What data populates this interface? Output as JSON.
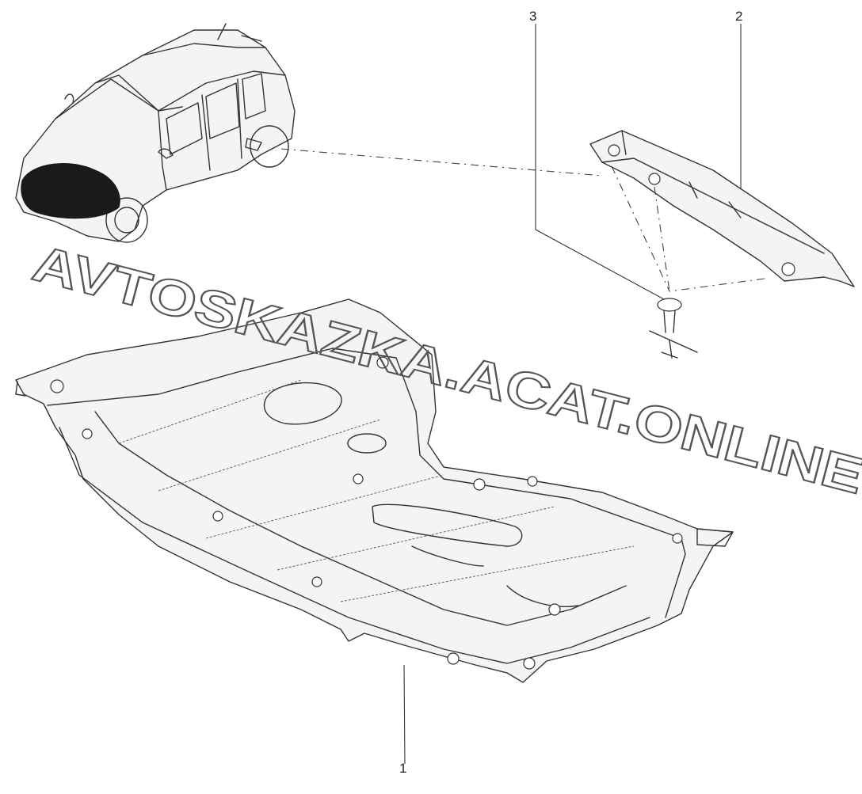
{
  "callouts": {
    "part_1": "1",
    "part_2": "2",
    "part_3": "3"
  },
  "watermark": {
    "text": "AVTOSKAZKA.ACAT.ONLINE",
    "outline_color": "#555555"
  },
  "colors": {
    "line": "#333333",
    "background": "#ffffff",
    "shading": "#1a1a1a"
  }
}
